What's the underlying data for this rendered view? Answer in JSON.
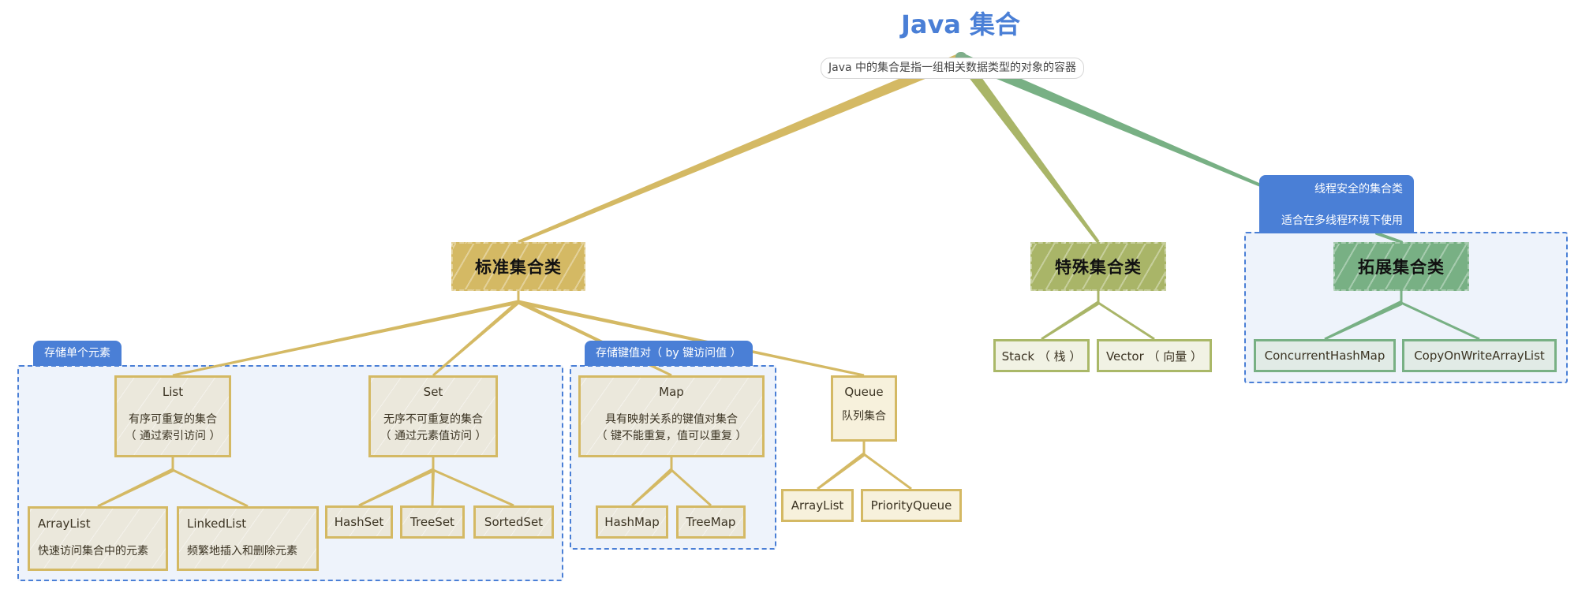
{
  "title": "Java 集合",
  "subtitle": "Java 中的集合是指一组相关数据类型的对象的容器",
  "colors": {
    "title": "#4a7fd6",
    "standard_branch": "#d4b964",
    "special_branch": "#a9b568",
    "extended_branch": "#78b084",
    "group_border": "#4a7fd6",
    "group_fill": "#eef3fb"
  },
  "branches": {
    "standard": {
      "label": "标准集合类",
      "groups": {
        "single": {
          "tag": "存储单个元素"
        },
        "keyvalue": {
          "tag": "存储键值对（ by 键访问值 ）"
        }
      },
      "list": {
        "title": "List",
        "desc1": "有序可重复的集合",
        "desc2": "（ 通过索引访问 ）",
        "children": [
          {
            "title": "ArrayList",
            "desc": "快速访问集合中的元素"
          },
          {
            "title": "LinkedList",
            "desc": "频繁地插入和删除元素"
          }
        ]
      },
      "set": {
        "title": "Set",
        "desc1": "无序不可重复的集合",
        "desc2": "（ 通过元素值访问 ）",
        "children": [
          "HashSet",
          "TreeSet",
          "SortedSet"
        ]
      },
      "map": {
        "title": "Map",
        "desc1": "具有映射关系的键值对集合",
        "desc2": "（ 键不能重复，值可以重复 ）",
        "children": [
          "HashMap",
          "TreeMap"
        ]
      },
      "queue": {
        "title": "Queue",
        "desc": "队列集合",
        "children": [
          "ArrayList",
          "PriorityQueue"
        ]
      }
    },
    "special": {
      "label": "特殊集合类",
      "children": [
        "Stack （ 栈 ）",
        "Vector （ 向量 ）"
      ]
    },
    "extended": {
      "label": "拓展集合类",
      "tag_line1": "线程安全的集合类",
      "tag_line2": "适合在多线程环境下使用",
      "children": [
        "ConcurrentHashMap",
        "CopyOnWriteArrayList"
      ]
    }
  }
}
